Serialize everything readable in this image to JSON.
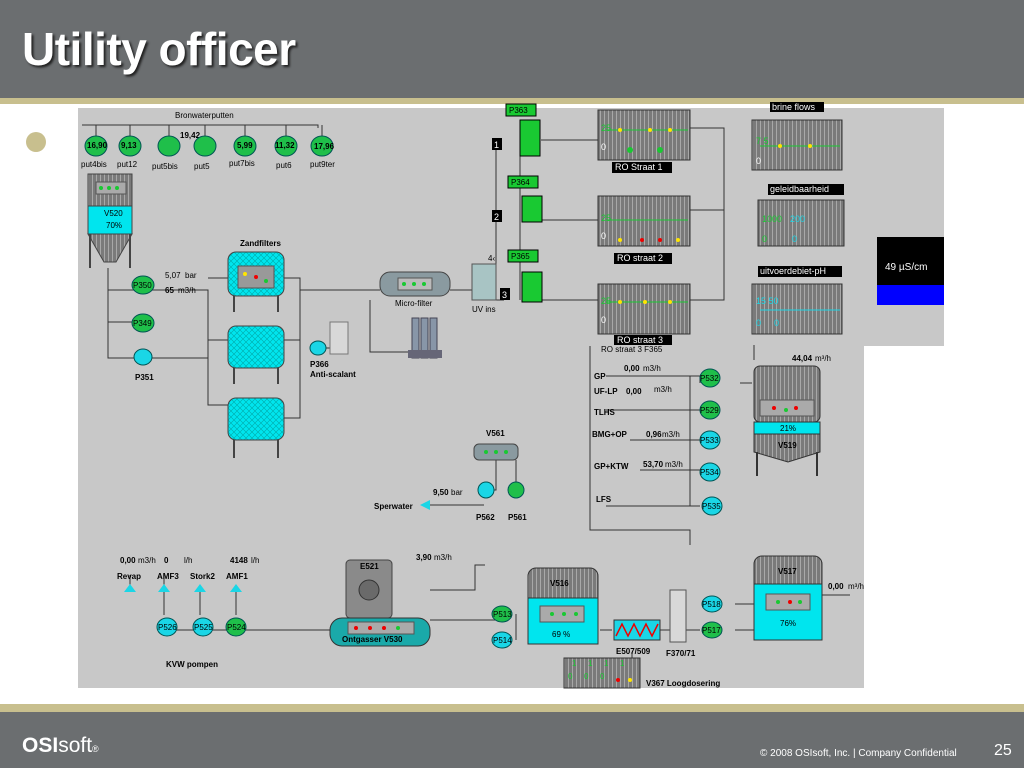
{
  "slide": {
    "title": "Utility officer",
    "logo_strong": "OSI",
    "logo_light": "soft",
    "logo_mark": "®",
    "copyright": "© 2008 OSIsoft, Inc.  |  Company Confidential",
    "page": "25"
  },
  "wells": {
    "title": "Bronwaterputten",
    "value_top": "19,42",
    "pumps": [
      {
        "value": "16,90",
        "label": "put4bis"
      },
      {
        "value": "9,13",
        "label": "put12"
      },
      {
        "value": "",
        "label": "put5bis"
      },
      {
        "value": "",
        "label": "put5"
      },
      {
        "value": "5,99",
        "label": "put7bis"
      },
      {
        "value": "11,32",
        "label": "put6"
      },
      {
        "value": "17,96",
        "label": "put9ter"
      }
    ]
  },
  "v520": {
    "name": "V520",
    "level": "70%",
    "level_fraction": 0.7
  },
  "zandfilters": {
    "title": "Zandfilters"
  },
  "p350": {
    "name": "P350",
    "pressure": "5,07",
    "pressure_unit": "bar",
    "flow": "65",
    "flow_unit": "m3/h"
  },
  "p349": {
    "name": "P349"
  },
  "p351": {
    "name": "P351"
  },
  "p366": {
    "name": "P366",
    "label": "Anti-scalant"
  },
  "microfilter": {
    "label": "Micro-filter"
  },
  "uv": {
    "label": "UV ins",
    "value": "4‹"
  },
  "ro": {
    "pumps": [
      {
        "name": "P363",
        "num": "1"
      },
      {
        "name": "P364",
        "num": "2"
      },
      {
        "name": "P365",
        "num": "3"
      }
    ],
    "trends": [
      {
        "top": "25",
        "bottom": "0",
        "label": "RO Straat 1"
      },
      {
        "top": "25",
        "bottom": "0",
        "label": "RO straat 2"
      },
      {
        "top": "25",
        "bottom": "0",
        "label": "RO straat 3",
        "sublabel": "RO straat 3 F365"
      }
    ]
  },
  "brine": {
    "title": "brine flows",
    "top": "7 5",
    "bottom": "0"
  },
  "geleid": {
    "title": "geleidbaarheid",
    "v1": "200",
    "v1b": "1000",
    "v2": "0",
    "v3": "0"
  },
  "uitvoer": {
    "title": "uitvoerdebiet-pH",
    "v1": "15 50",
    "v2": "0",
    "v3": "0",
    "reading": "49  µS/cm"
  },
  "v519": {
    "name": "V519",
    "inflow": "44,04",
    "inflow_unit": "m³/h",
    "level": "21%",
    "level_fraction": 0.21
  },
  "consumers": [
    {
      "name": "GP",
      "value": "0,00",
      "unit": "m3/h",
      "pump": "P532"
    },
    {
      "name": "UF-LP",
      "value": "0,00",
      "unit": "m3/h",
      "pump": ""
    },
    {
      "name": "TLHS",
      "value": "",
      "unit": "",
      "pump": "P529"
    },
    {
      "name": "BMG+OP",
      "value": "0,96",
      "unit": "m3/h",
      "pump": "P533"
    },
    {
      "name": "GP+KTW",
      "value": "53,70",
      "unit": "m3/h",
      "pump": "P534"
    },
    {
      "name": "LFS",
      "value": "",
      "unit": "",
      "pump": "P535"
    }
  ],
  "v561": {
    "name": "V561",
    "pressure": "9,50",
    "unit": "bar",
    "label": "Sperwater",
    "pump1": "P562",
    "pump2": "P561"
  },
  "kvw": {
    "title": "KVW pompen",
    "items": [
      {
        "label": "Revap",
        "value": "0,00",
        "unit": "m3/h",
        "pump": "P526"
      },
      {
        "label": "AMF3",
        "value": "0",
        "unit": "l/h",
        "pump": "P525"
      },
      {
        "label": "Stork2",
        "value": "",
        "unit": "",
        "pump": ""
      },
      {
        "label": "AMF1",
        "value": "4148",
        "unit": "l/h",
        "pump": "P524"
      }
    ]
  },
  "e521": {
    "name": "E521",
    "flow": "3,90",
    "unit": "m3/h",
    "label": "Ontgasser V530"
  },
  "v516": {
    "name": "V516",
    "level": "69 %",
    "level_fraction": 0.69,
    "pump1": "P513",
    "pump2": "P514"
  },
  "e507": {
    "label": "E507/509"
  },
  "f370": {
    "label": "F370/71"
  },
  "v367": {
    "label": "V367 Loogdosering",
    "values": [
      "1",
      "1",
      "1",
      "1",
      "0",
      "0",
      "0"
    ]
  },
  "v517": {
    "name": "V517",
    "level": "76%",
    "level_fraction": 0.76,
    "flow": "0,00",
    "unit": "m³/h",
    "pump1": "P518",
    "pump2": "P517"
  },
  "colors": {
    "tank": "#00e5ee",
    "pump": "#1fbf4a",
    "pump_cyan": "#1ad6e6",
    "green_box": "#19c932",
    "header": "#6b6e70",
    "accent": "#c8bf8e"
  }
}
